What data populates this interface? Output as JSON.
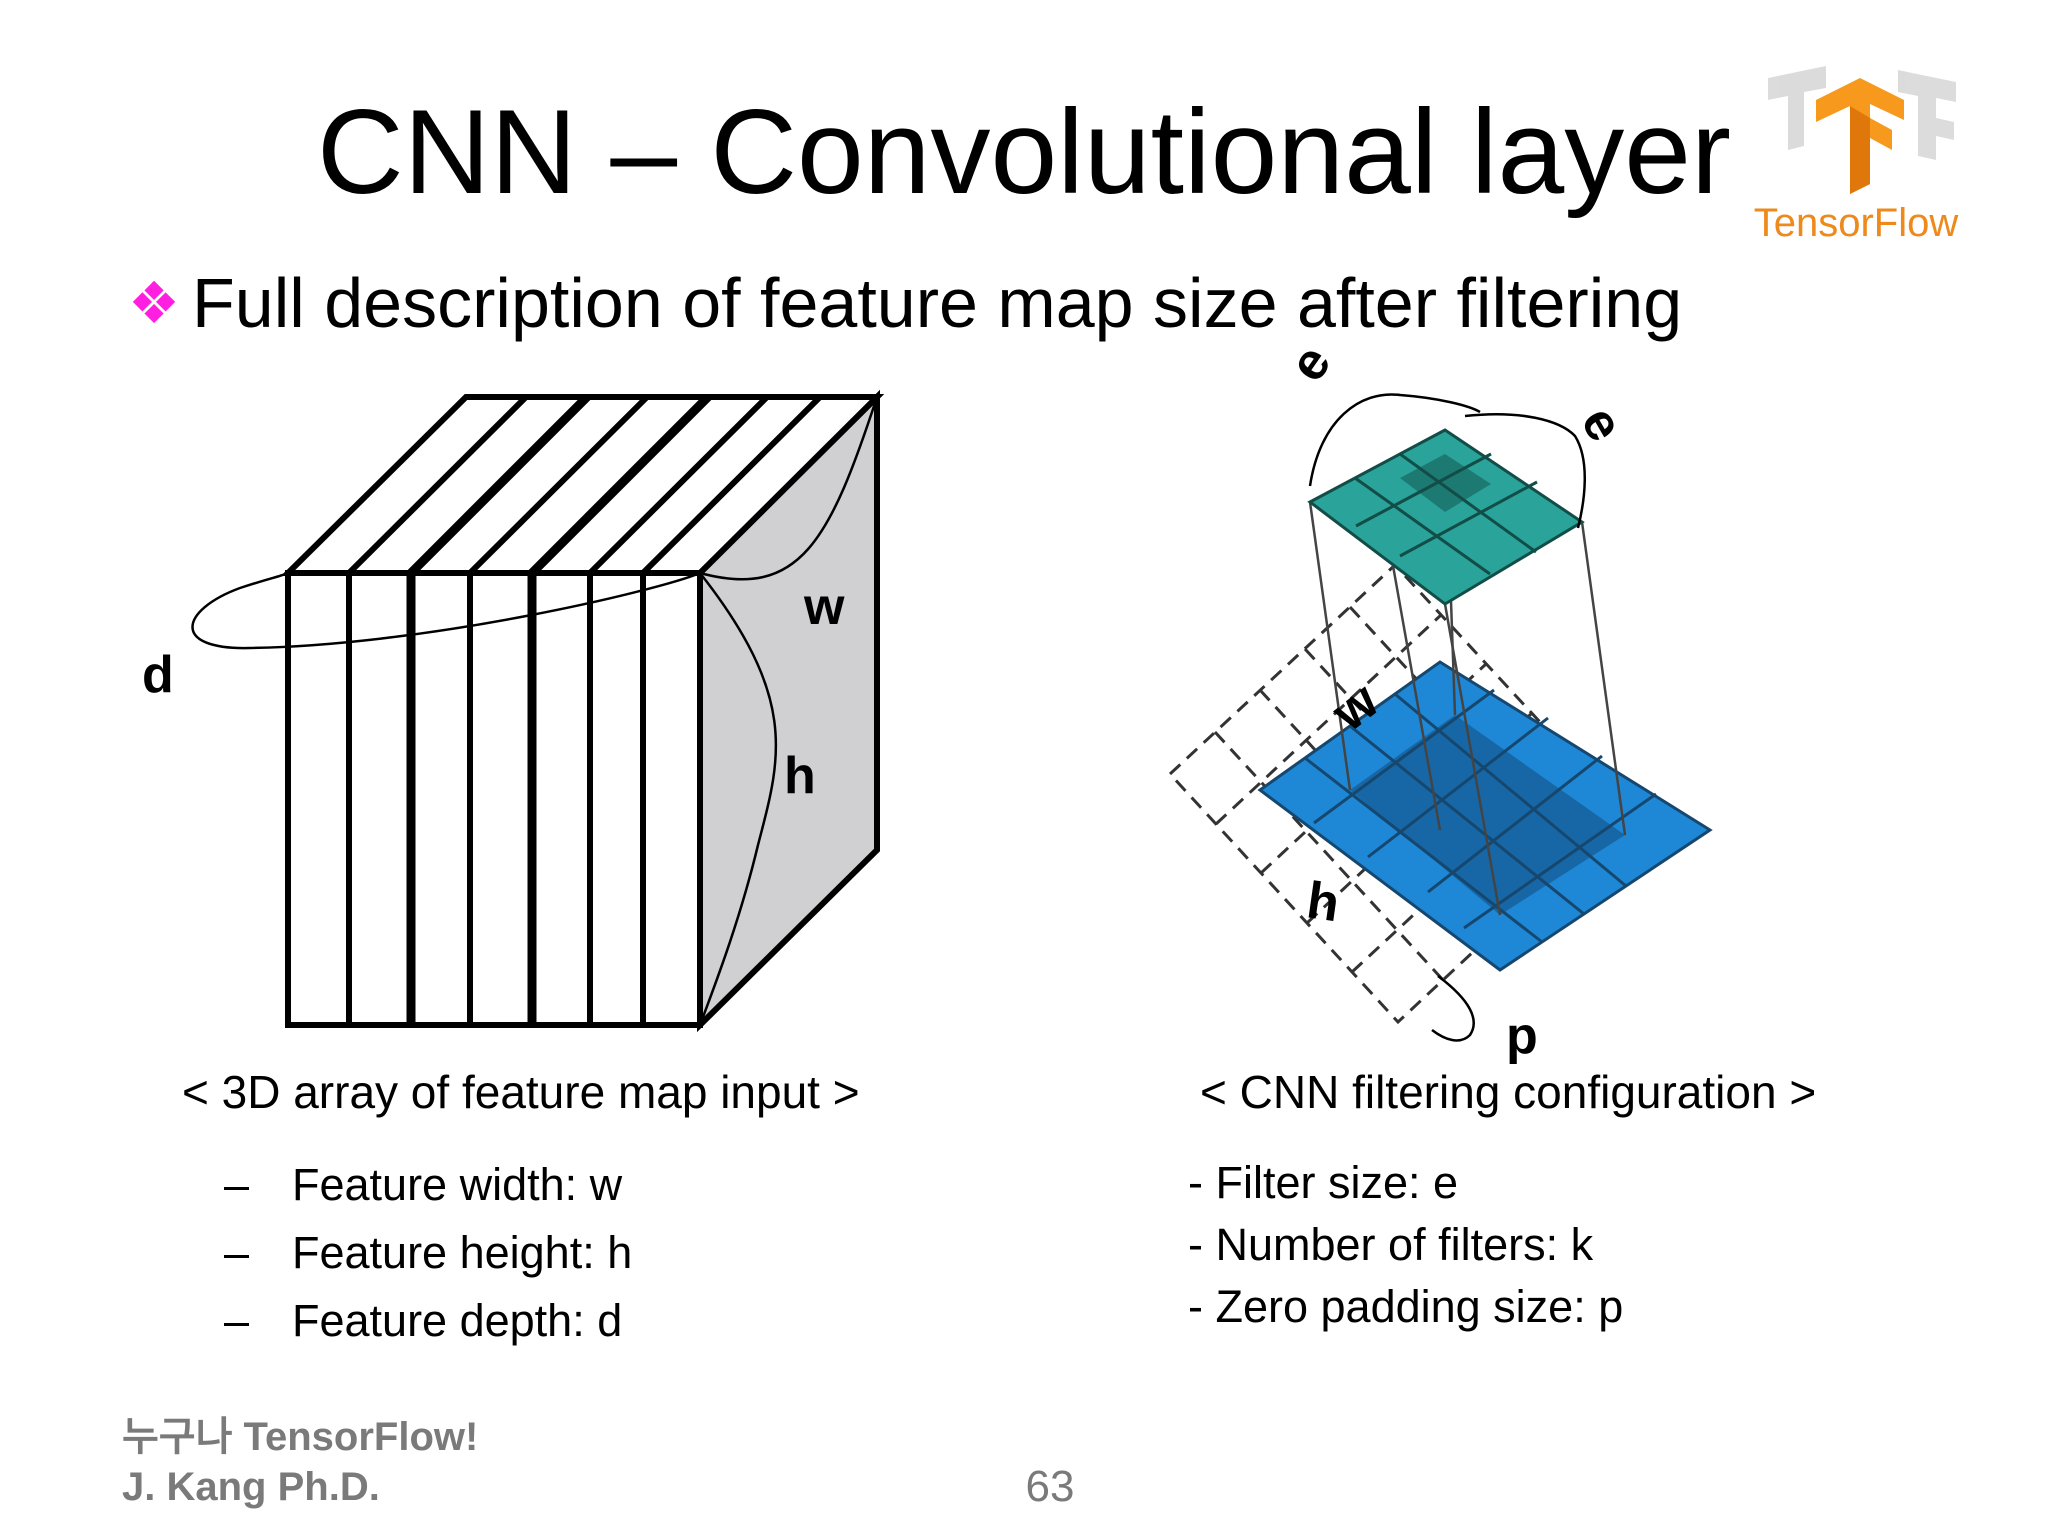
{
  "slide": {
    "title": "CNN – Convolutional layer",
    "bullet_icon": "diamond-cluster-icon",
    "bullet_text": "Full description of feature map size after filtering",
    "logo": {
      "icon": "tensorflow-logo",
      "text": "TensorFlow"
    }
  },
  "left_figure": {
    "labels": {
      "d": "d",
      "w": "w",
      "h": "h"
    },
    "caption": "< 3D array of feature map input >",
    "items": [
      {
        "dash": "–",
        "text": "Feature width: w"
      },
      {
        "dash": "–",
        "text": "Feature height: h"
      },
      {
        "dash": "–",
        "text": "Feature depth: d"
      }
    ]
  },
  "right_figure": {
    "labels": {
      "e1": "e",
      "e2": "e",
      "w": "w",
      "h": "h",
      "p": "p"
    },
    "caption": "< CNN filtering configuration >",
    "items": [
      "- Filter size: e",
      "- Number of filters: k",
      "- Zero padding size: p"
    ]
  },
  "footer": {
    "line1": "누구나 TensorFlow!",
    "line2": "J. Kang Ph.D.",
    "page_number": "63"
  },
  "colors": {
    "bullet": "#ff1fe0",
    "filter_grid": "#2aa39a",
    "input_grid": "#1e88d6",
    "cube_side": "#d0d0d2",
    "footer_text": "#7a7a7a"
  }
}
